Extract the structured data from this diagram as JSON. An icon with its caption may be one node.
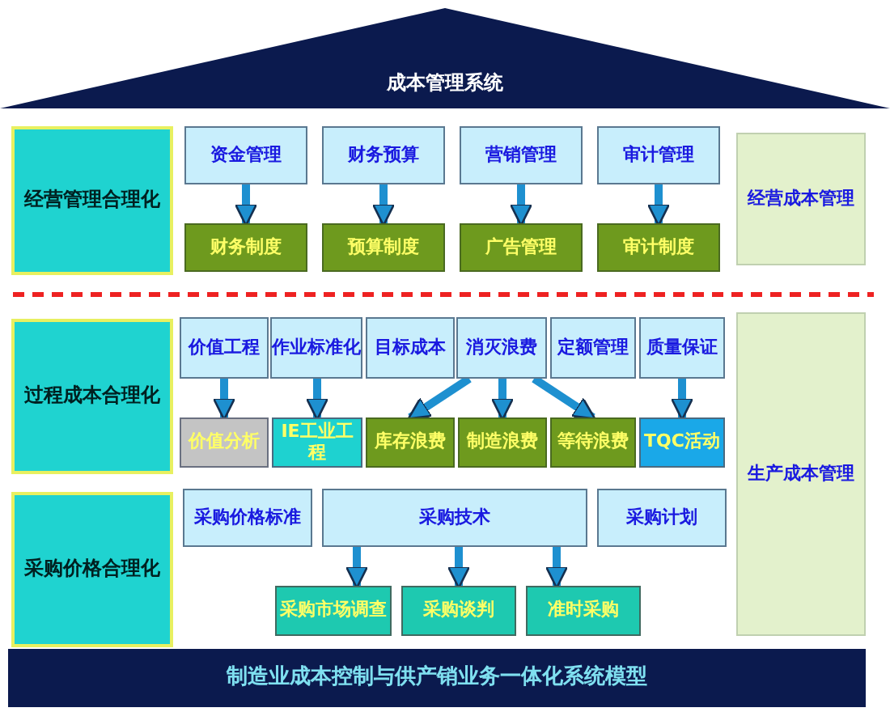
{
  "diagram": {
    "nodes": [
      {
        "text": [
          "成本管理系统"
        ]
      },
      {
        "text": [
          "经营管理合理化"
        ]
      },
      {
        "text": [
          "资金管理"
        ]
      },
      {
        "text": [
          "财务预算"
        ]
      },
      {
        "text": [
          "营销管理"
        ]
      },
      {
        "text": [
          "审计管理"
        ]
      },
      {
        "text": [
          "财务制度"
        ]
      },
      {
        "text": [
          "预算制度"
        ]
      },
      {
        "text": [
          "广告管理"
        ]
      },
      {
        "text": [
          "审计制度"
        ]
      },
      {
        "text": [
          "经营成本管理"
        ]
      },
      {
        "text": [
          "过程成本合理化"
        ]
      },
      {
        "text": [
          "价值工程"
        ]
      },
      {
        "text": [
          "作业标准化"
        ]
      },
      {
        "text": [
          "目标成本"
        ]
      },
      {
        "text": [
          "消灭浪费"
        ]
      },
      {
        "text": [
          "定额管理"
        ]
      },
      {
        "text": [
          "质量保证"
        ]
      },
      {
        "text": [
          "价值分析"
        ]
      },
      {
        "text": [
          "IE工业工程"
        ]
      },
      {
        "text": [
          "库存浪费"
        ]
      },
      {
        "text": [
          "制造浪费"
        ]
      },
      {
        "text": [
          "等待浪费"
        ]
      },
      {
        "text": [
          "TQC活动"
        ]
      },
      {
        "text": [
          "生产成本管理"
        ]
      },
      {
        "text": [
          "采购价格合理化"
        ]
      },
      {
        "text": [
          "采购价格标准"
        ]
      },
      {
        "text": [
          "采购技术"
        ]
      },
      {
        "text": [
          "采购计划"
        ]
      },
      {
        "text": [
          "采购市场调查"
        ]
      },
      {
        "text": [
          "采购谈判"
        ]
      },
      {
        "text": [
          "准时采购"
        ]
      },
      {
        "text": [
          "制造业成本控制与供产销业务一体化系统模型"
        ]
      }
    ],
    "edges": [
      {
        "from": 2,
        "to": 6,
        "arrow": "to"
      },
      {
        "from": 3,
        "to": 7,
        "arrow": "to"
      },
      {
        "from": 4,
        "to": 8,
        "arrow": "to"
      },
      {
        "from": 5,
        "to": 9,
        "arrow": "to"
      },
      {
        "from": 12,
        "to": 18,
        "arrow": "to"
      },
      {
        "from": 13,
        "to": 19,
        "arrow": "to"
      },
      {
        "from": 15,
        "to": 20,
        "arrow": "to"
      },
      {
        "from": 15,
        "to": 21,
        "arrow": "to"
      },
      {
        "from": 15,
        "to": 22,
        "arrow": "to"
      },
      {
        "from": 17,
        "to": 23,
        "arrow": "to"
      },
      {
        "from": 27,
        "to": 29,
        "arrow": "to"
      },
      {
        "from": 27,
        "to": 30,
        "arrow": "to"
      },
      {
        "from": 27,
        "to": 31,
        "arrow": "to"
      }
    ]
  }
}
